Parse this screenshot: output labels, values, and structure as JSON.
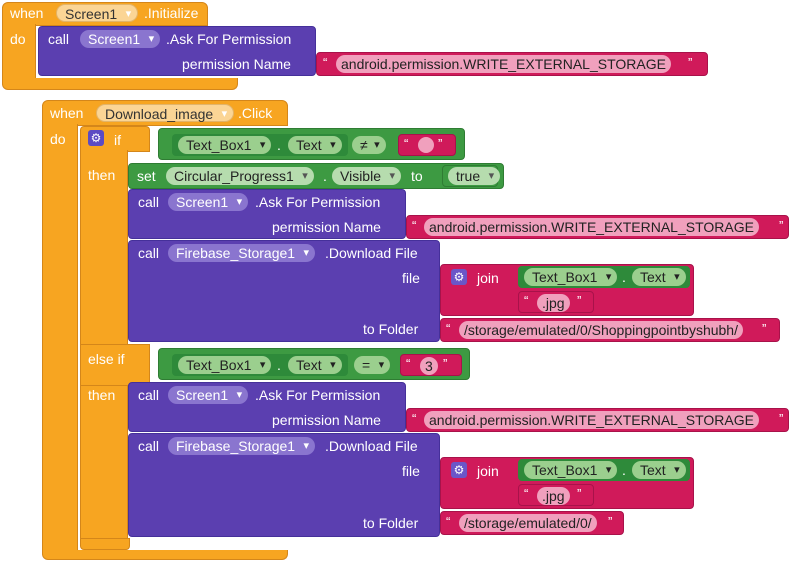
{
  "block1": {
    "when": "when",
    "do": "do",
    "component": "Screen1",
    "event": ".Initialize",
    "call": "call",
    "call_component": "Screen1",
    "method": ".Ask For Permission",
    "param_label": "permission Name",
    "permission": "android.permission.WRITE_EXTERNAL_STORAGE"
  },
  "block2": {
    "when": "when",
    "do": "do",
    "component": "Download_image",
    "event": ".Click",
    "if": "if",
    "then": "then",
    "elseif": "else if",
    "cond1": {
      "component": "Text_Box1",
      "prop": "Text",
      "op": "≠",
      "value": ""
    },
    "set": "set",
    "set_component": "Circular_Progress1",
    "set_prop": "Visible",
    "to": "to",
    "bool": "true",
    "ask": {
      "call": "call",
      "component": "Screen1",
      "method": ".Ask For Permission",
      "param_label": "permission Name",
      "permission": "android.permission.WRITE_EXTERNAL_STORAGE"
    },
    "download1": {
      "call": "call",
      "component": "Firebase_Storage1",
      "method": ".Download File",
      "file_label": "file",
      "join": "join",
      "tb": "Text_Box1",
      "tb_prop": "Text",
      "ext": ".jpg",
      "folder_label": "to Folder",
      "folder": "/storage/emulated/0/Shoppingpointbyshubh/"
    },
    "cond2": {
      "component": "Text_Box1",
      "prop": "Text",
      "op": "=",
      "value": "3"
    },
    "ask2": {
      "call": "call",
      "component": "Screen1",
      "method": ".Ask For Permission",
      "param_label": "permission Name",
      "permission": "android.permission.WRITE_EXTERNAL_STORAGE"
    },
    "download2": {
      "call": "call",
      "component": "Firebase_Storage1",
      "method": ".Download File",
      "file_label": "file",
      "join": "join",
      "tb": "Text_Box1",
      "tb_prop": "Text",
      "ext": ".jpg",
      "folder_label": "to Folder",
      "folder": "/storage/emulated/0/"
    }
  },
  "quote": "“",
  "quote_close": "”",
  "dot": "."
}
